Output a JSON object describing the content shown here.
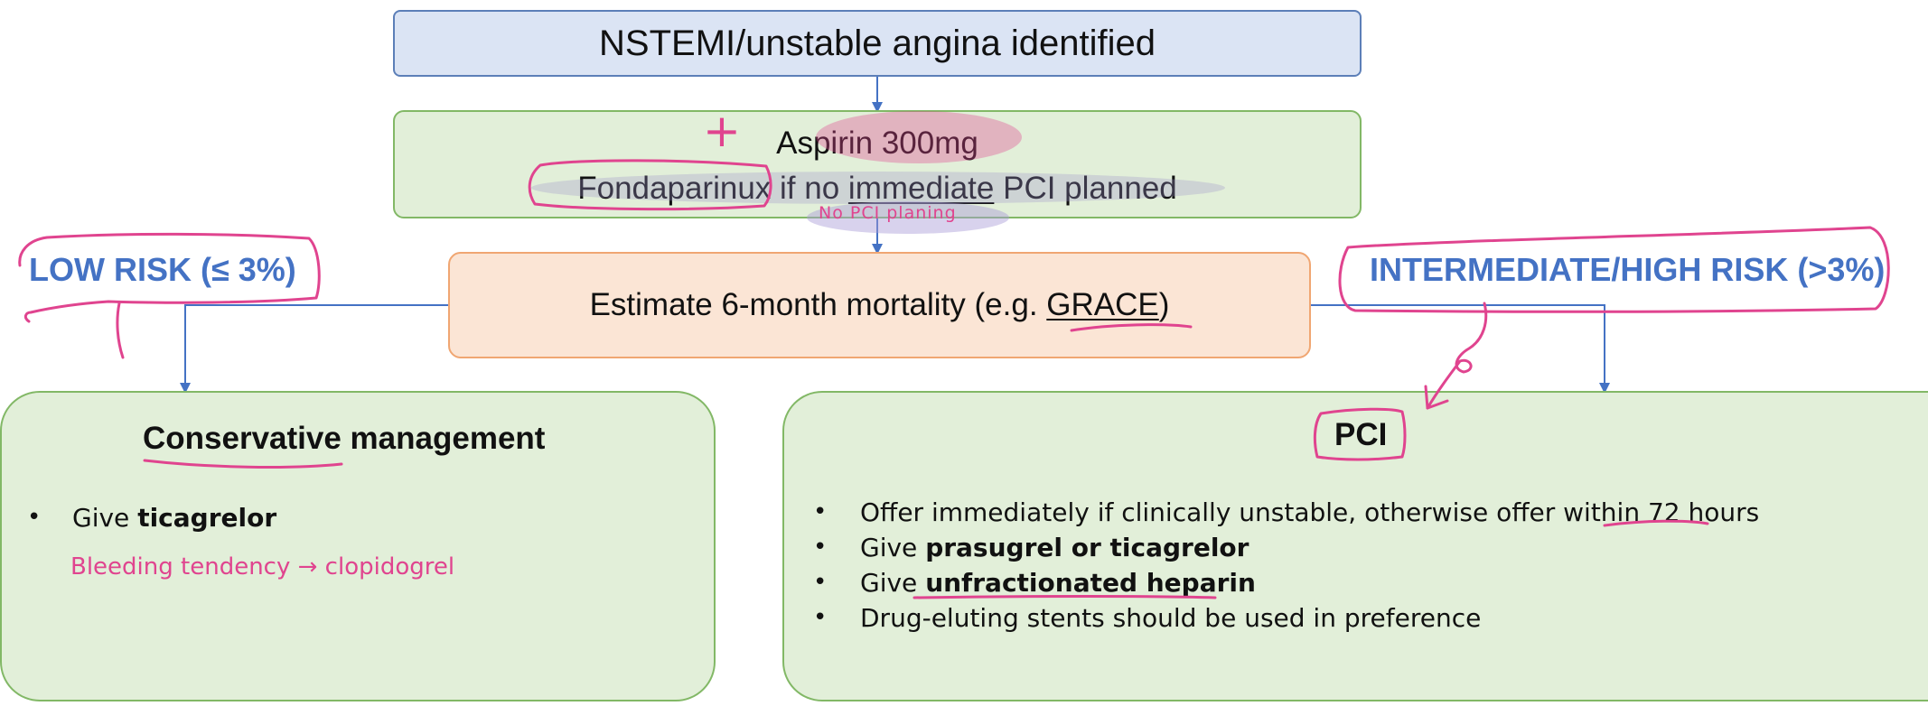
{
  "flowchart": {
    "top_box": {
      "text": "NSTEMI/unstable angina identified"
    },
    "second_box": {
      "line1": "Aspirin 300mg",
      "line2_drug": "Fondaparinux",
      "line2_if": "if no",
      "line2_emph": "immediate",
      "line2_rest": "PCI planned"
    },
    "third_box": {
      "text_before": "Estimate 6-month mortality (e.g.",
      "text_emph": "GRACE",
      "text_after": ")"
    },
    "low_risk_label": "LOW RISK (≤ 3%)",
    "high_risk_label": "INTERMEDIATE/HIGH RISK (>3%)",
    "left_box": {
      "title": "Conservative management",
      "bullets": [
        {
          "plain": "Give",
          "bold": "ticagrelor"
        }
      ]
    },
    "right_box": {
      "title": "PCI",
      "bullets": [
        {
          "plain": "Offer immediately if clinically unstable, otherwise offer within 72 hours"
        },
        {
          "plain": "Give",
          "bold": "prasugrel or ticagrelor"
        },
        {
          "plain": "Give",
          "bold": "unfractionated heparin"
        },
        {
          "plain": "Drug-eluting stents should be used in preference"
        }
      ]
    }
  },
  "handwriting": {
    "plus_sign": "+",
    "note_no_pci": "No PCI planing",
    "note_bleeding": "Bleeding tendency → clopidogrel"
  },
  "colors": {
    "arrow_blue": "#4472c4",
    "ink_pink": "#e0448f",
    "blue_box": "#dbe4f4",
    "green_box": "#e2efd9",
    "orange_box": "#fbe5d5"
  }
}
